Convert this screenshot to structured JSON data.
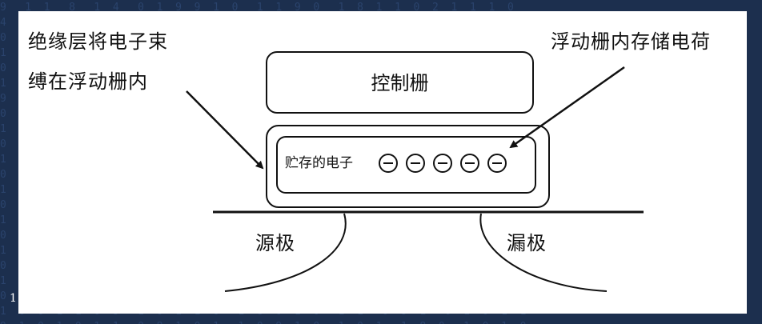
{
  "background": {
    "color": "#1c2f4e",
    "slide_number": "1"
  },
  "diagram": {
    "insulator_note_line1": "绝缘层将电子束",
    "insulator_note_line2": "缚在浮动栅内",
    "floating_gate_note": "浮动栅内存储电荷",
    "control_gate": "控制栅",
    "stored_electrons_label": "贮存的电子",
    "source": "源极",
    "drain": "漏极",
    "electron_count": 5,
    "electron_symbol": "minus-circle-icon"
  }
}
